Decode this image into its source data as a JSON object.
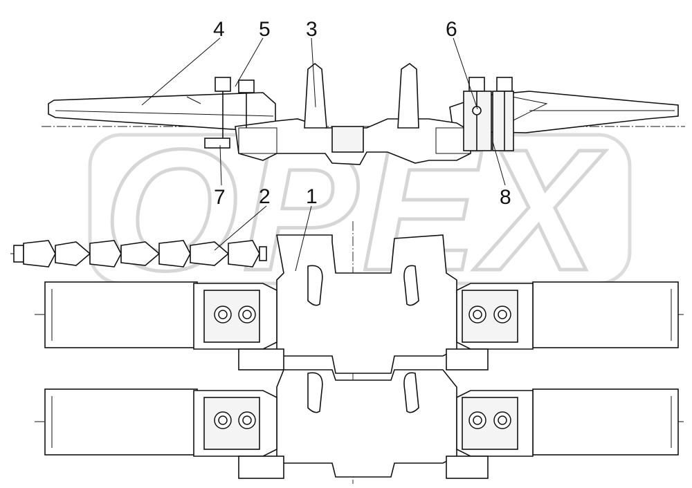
{
  "watermark": {
    "text": "OPEX",
    "color": "#d6d6d6"
  },
  "callouts": [
    {
      "id": "1",
      "label": "1"
    },
    {
      "id": "2",
      "label": "2"
    },
    {
      "id": "3",
      "label": "3"
    },
    {
      "id": "4",
      "label": "4"
    },
    {
      "id": "5",
      "label": "5"
    },
    {
      "id": "6",
      "label": "6"
    },
    {
      "id": "7",
      "label": "7"
    },
    {
      "id": "8",
      "label": "8"
    }
  ],
  "line_color": "#111111"
}
